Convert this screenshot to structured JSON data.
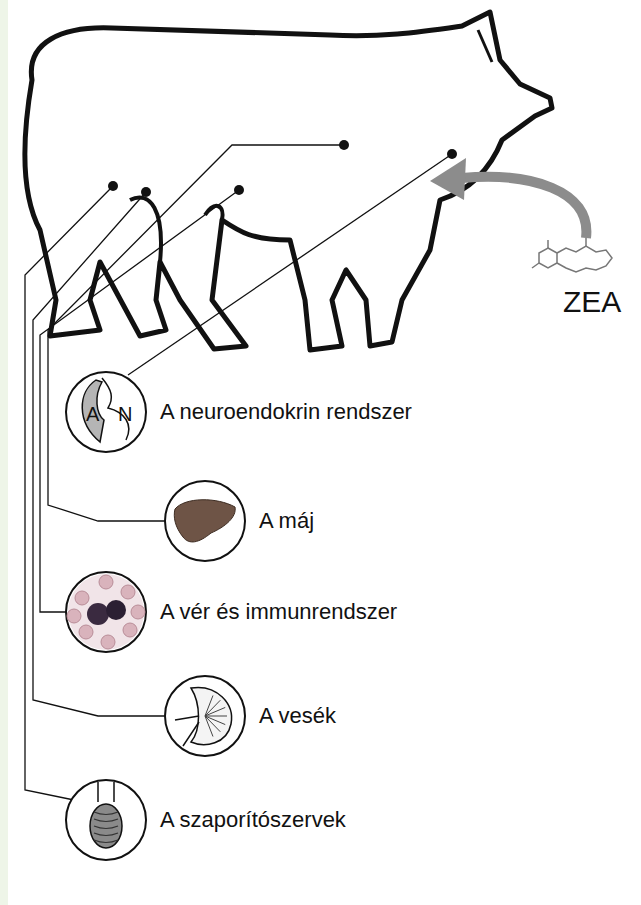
{
  "diagram": {
    "nodes": [
      {
        "text": [
          "A neuroendokrin rendszer"
        ]
      },
      {
        "text": [
          "A máj"
        ]
      },
      {
        "text": [
          "A vér és immunrendszer"
        ]
      },
      {
        "text": [
          "A vesék"
        ]
      },
      {
        "text": [
          "A szaporítószervek"
        ]
      }
    ],
    "labels": [
      "A",
      "N",
      "ZEA"
    ]
  }
}
